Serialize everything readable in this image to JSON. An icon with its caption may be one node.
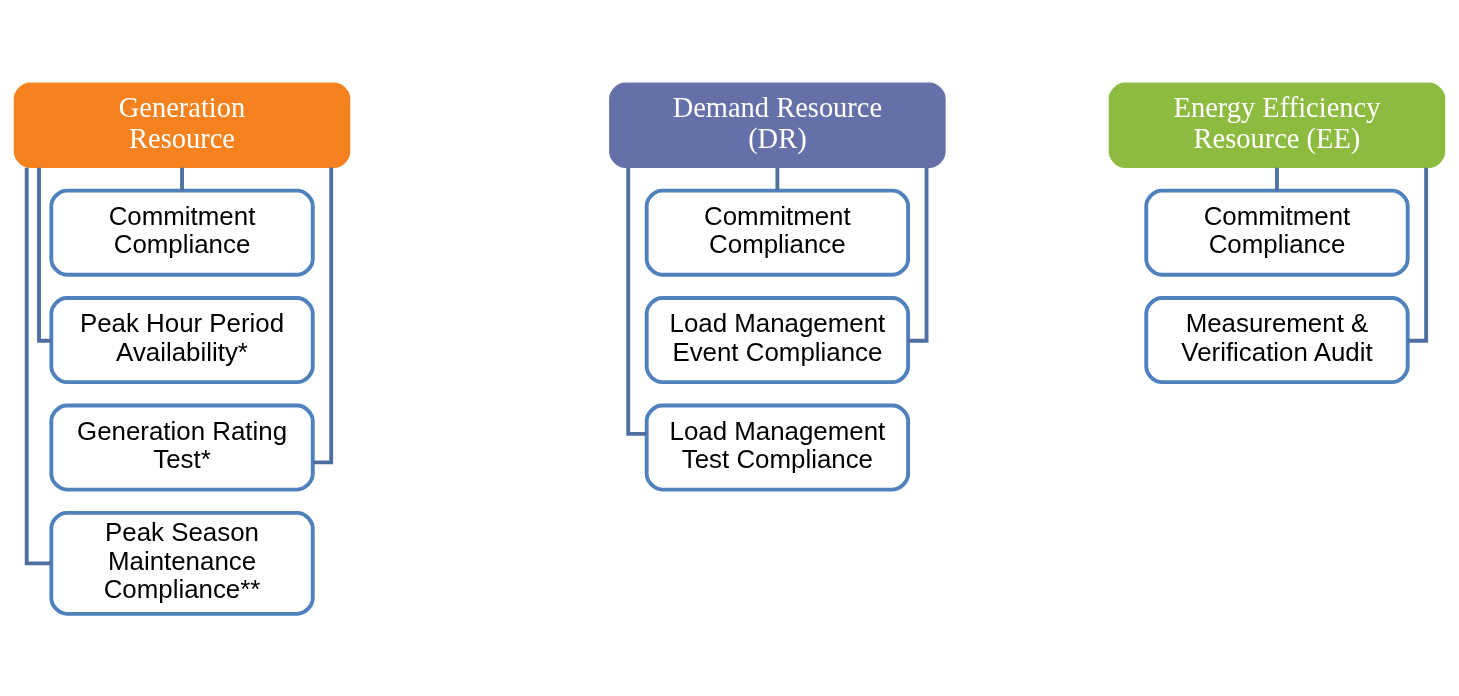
{
  "diagram": {
    "nodes": [
      {
        "text": [
          "Generation Resource"
        ]
      },
      {
        "text": [
          "Commitment Compliance"
        ]
      },
      {
        "text": [
          "Peak Hour Period Availability*"
        ]
      },
      {
        "text": [
          "Generation Rating Test*"
        ]
      },
      {
        "text": [
          "Peak Season Maintenance Compliance**"
        ]
      },
      {
        "text": [
          "Demand Resource (DR)"
        ]
      },
      {
        "text": [
          "Commitment Compliance"
        ]
      },
      {
        "text": [
          "Load Management Event Compliance"
        ]
      },
      {
        "text": [
          "Load Management Test Compliance"
        ]
      },
      {
        "text": [
          "Energy Efficiency Resource (EE)"
        ]
      },
      {
        "text": [
          "Commitment Compliance"
        ]
      },
      {
        "text": [
          "Measurement & Verification Audit"
        ]
      }
    ],
    "edges": [
      {
        "from": 0,
        "to": 1,
        "arrow": "none"
      },
      {
        "from": 0,
        "to": 2,
        "arrow": "none"
      },
      {
        "from": 0,
        "to": 3,
        "arrow": "none"
      },
      {
        "from": 0,
        "to": 4,
        "arrow": "none"
      },
      {
        "from": 5,
        "to": 6,
        "arrow": "none"
      },
      {
        "from": 5,
        "to": 7,
        "arrow": "none"
      },
      {
        "from": 5,
        "to": 8,
        "arrow": "none"
      },
      {
        "from": 9,
        "to": 10,
        "arrow": "none"
      },
      {
        "from": 9,
        "to": 11,
        "arrow": "none"
      }
    ]
  }
}
